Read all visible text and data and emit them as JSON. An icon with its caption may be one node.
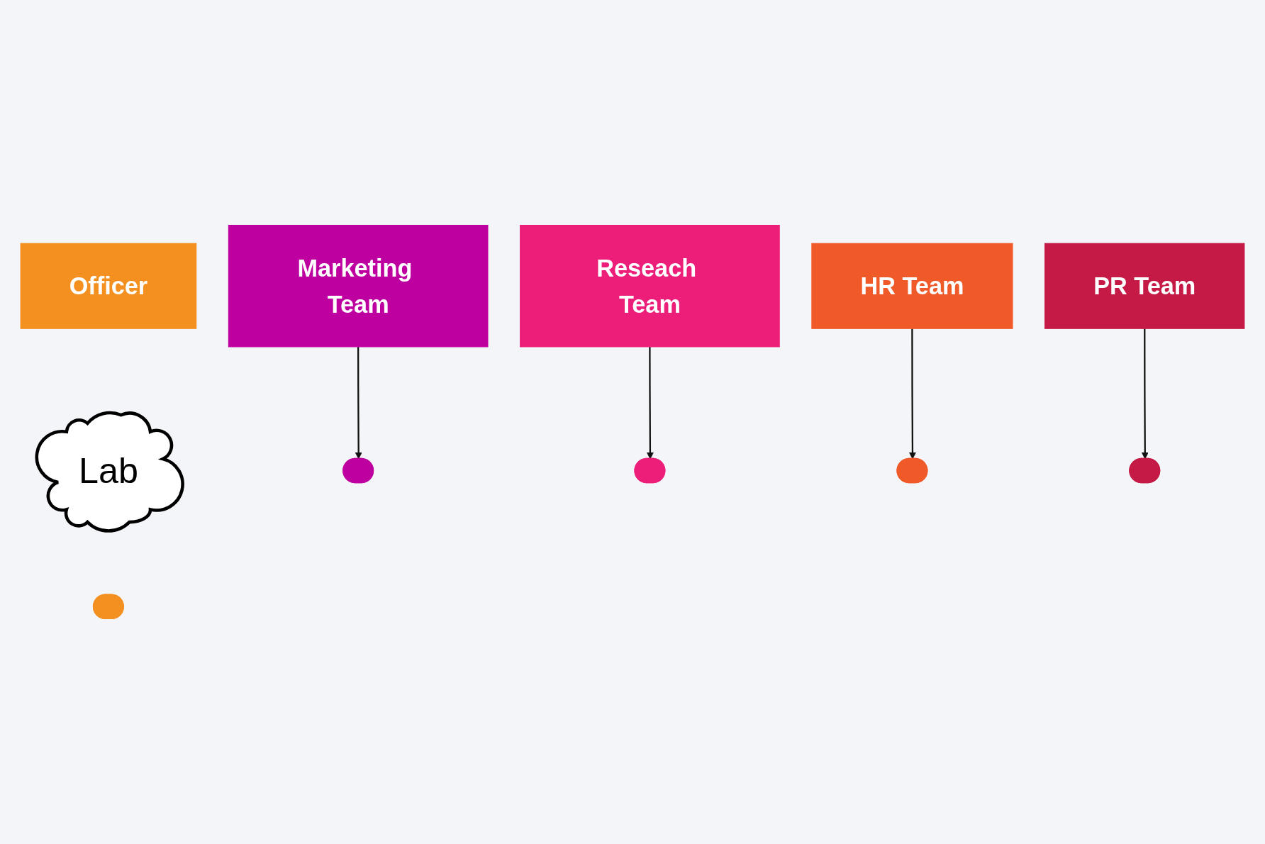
{
  "diagram": {
    "nodes": [
      {
        "text": [
          "Marketing Team"
        ]
      },
      {
        "text": [
          "Reseach Team"
        ]
      },
      {
        "text": [
          "Officer"
        ]
      },
      {
        "text": [
          "HR Team"
        ]
      },
      {
        "text": [
          "PR Team"
        ]
      },
      {
        "text": [
          "Lab"
        ]
      },
      {
        "text": [],
        "shape": "person"
      },
      {
        "text": [],
        "shape": "person"
      },
      {
        "text": [],
        "shape": "person"
      },
      {
        "text": [],
        "shape": "person"
      },
      {
        "text": [],
        "shape": "person"
      }
    ],
    "edges": [
      {
        "from": 0,
        "to": 6,
        "arrow": "to"
      },
      {
        "from": 1,
        "to": 7,
        "arrow": "to"
      },
      {
        "from": 3,
        "to": 9,
        "arrow": "to"
      },
      {
        "from": 4,
        "to": 10,
        "arrow": "to"
      }
    ]
  }
}
